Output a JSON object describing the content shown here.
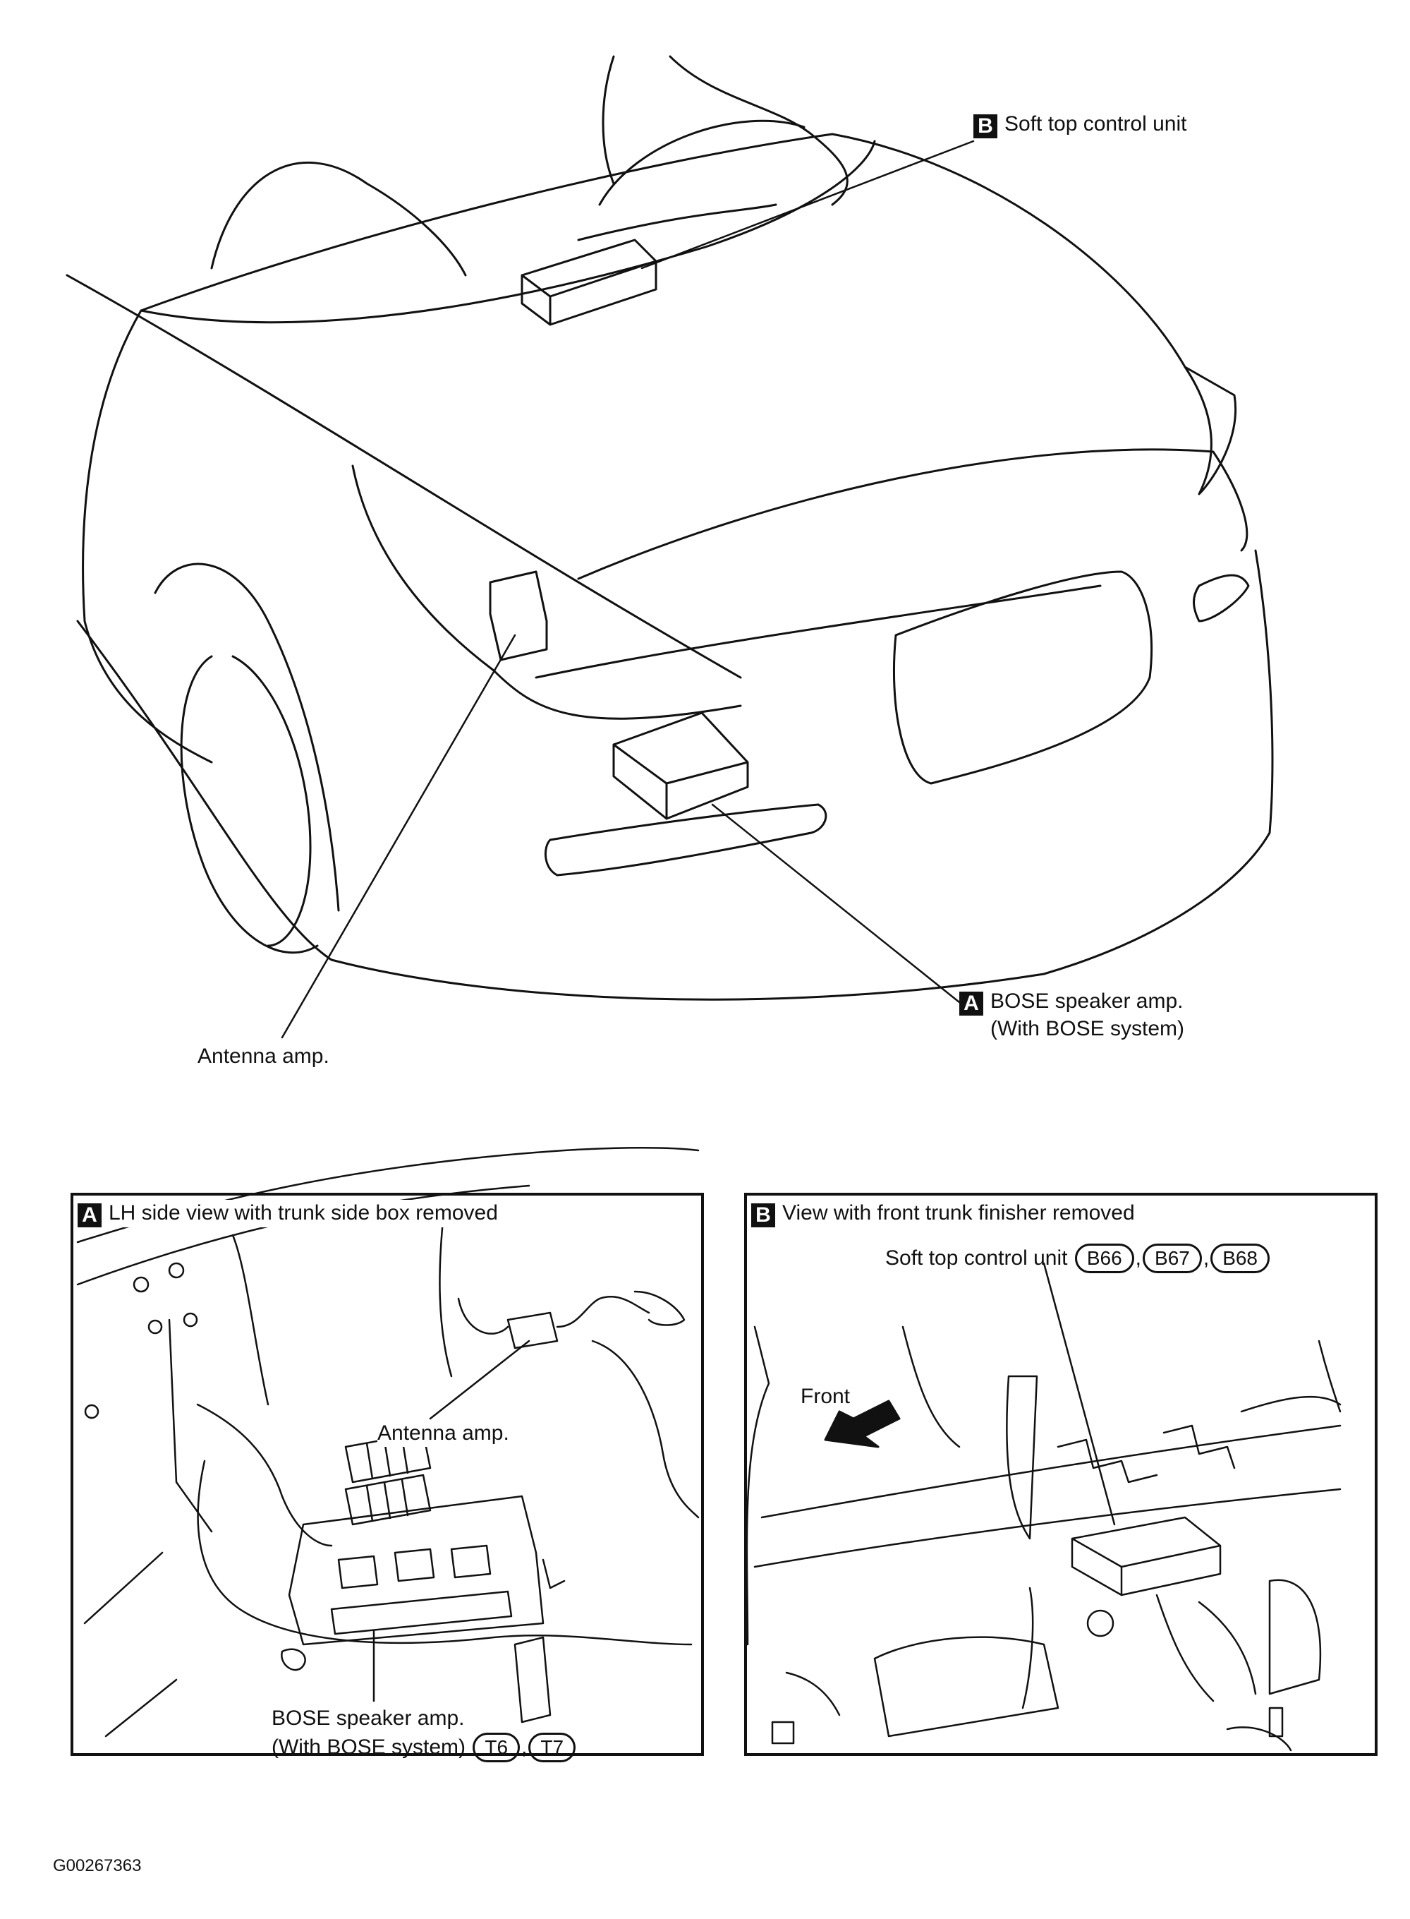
{
  "overview": {
    "label_b": {
      "tag": "B",
      "text": "Soft top control unit"
    },
    "label_a": {
      "tag": "A",
      "line1": "BOSE speaker amp.",
      "line2": "(With BOSE system)"
    },
    "label_antenna": "Antenna amp."
  },
  "panel_a": {
    "tag": "A",
    "title": "LH side view with trunk side box removed",
    "antenna_label": "Antenna amp.",
    "bose_line1": "BOSE speaker amp.",
    "bose_line2": "(With BOSE system)",
    "connectors": [
      "T6",
      "T7"
    ],
    "separator": ","
  },
  "panel_b": {
    "tag": "B",
    "title": "View with front trunk finisher removed",
    "unit_label": "Soft top control unit",
    "connectors": [
      "B66",
      "B67",
      "B68"
    ],
    "separator": ",",
    "front_label": "Front"
  },
  "reference_code": "G00267363"
}
